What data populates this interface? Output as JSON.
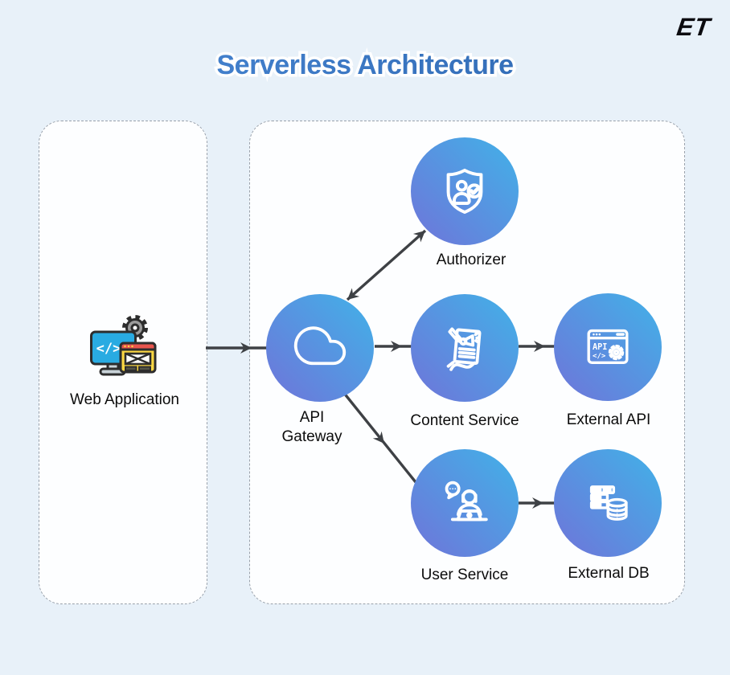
{
  "header": {
    "title": "Serverless Architecture",
    "logo_text": "ET"
  },
  "diagram": {
    "web_application": {
      "label": "Web Application"
    },
    "nodes": [
      {
        "id": "authorizer",
        "label": "Authorizer"
      },
      {
        "id": "api-gateway",
        "label": "API Gateway"
      },
      {
        "id": "content-service",
        "label": "Content Service"
      },
      {
        "id": "external-api",
        "label": "External API"
      },
      {
        "id": "user-service",
        "label": "User Service"
      },
      {
        "id": "external-db",
        "label": "External DB"
      }
    ],
    "connections": [
      {
        "from": "web-application",
        "to": "api-gateway",
        "type": "one-way"
      },
      {
        "from": "api-gateway",
        "to": "authorizer",
        "type": "two-way"
      },
      {
        "from": "api-gateway",
        "to": "content-service",
        "type": "one-way"
      },
      {
        "from": "content-service",
        "to": "external-api",
        "type": "one-way"
      },
      {
        "from": "api-gateway",
        "to": "user-service",
        "type": "one-way"
      },
      {
        "from": "user-service",
        "to": "external-db",
        "type": "one-way"
      }
    ],
    "icon_text": {
      "api_label": "API",
      "api_code": "</>",
      "monitor_code": "</>"
    }
  },
  "colors": {
    "page_background": "#e8f1f9",
    "panel_background": "#fdfeff",
    "dashed_border": "#99a1ab",
    "node_gradient_start": "#6f74d9",
    "node_gradient_end": "#41b2e8",
    "arrow": "#3e4145",
    "title_gradient_start": "#4b8bd9",
    "title_gradient_end": "#2b63ac"
  }
}
